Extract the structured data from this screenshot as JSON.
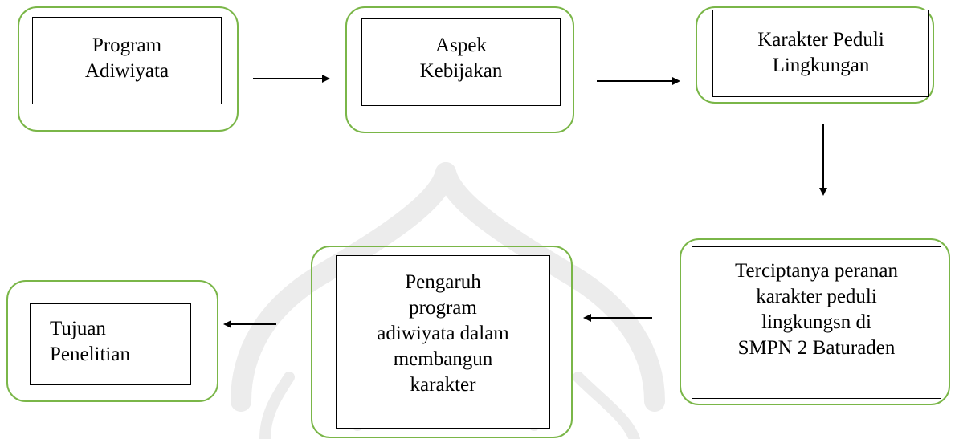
{
  "diagram": {
    "nodes": [
      {
        "id": "program-adiwiyata",
        "text": "Program\nAdiwiyata"
      },
      {
        "id": "aspek-kebijakan",
        "text": "Aspek\nKebijakan"
      },
      {
        "id": "karakter-peduli-lingkungan",
        "text": "Karakter Peduli\nLingkungan"
      },
      {
        "id": "terciptanya-peranan",
        "text": "Terciptanya peranan\nkarakter peduli\nlingkungsn di\nSMPN 2 Baturaden"
      },
      {
        "id": "pengaruh-program",
        "text": "Pengaruh\nprogram\nadiwiyata dalam\nmembangun\nkarakter"
      },
      {
        "id": "tujuan-penelitian",
        "text": "Tujuan\nPenelitian"
      }
    ],
    "edges": [
      {
        "from": "program-adiwiyata",
        "to": "aspek-kebijakan"
      },
      {
        "from": "aspek-kebijakan",
        "to": "karakter-peduli-lingkungan"
      },
      {
        "from": "karakter-peduli-lingkungan",
        "to": "terciptanya-peranan"
      },
      {
        "from": "terciptanya-peranan",
        "to": "pengaruh-program"
      },
      {
        "from": "pengaruh-program",
        "to": "tujuan-penelitian"
      }
    ],
    "colors": {
      "box_border": "#7ab648",
      "inner_border": "#000000",
      "arrow": "#000000",
      "watermark": "#e6e6e6"
    }
  }
}
